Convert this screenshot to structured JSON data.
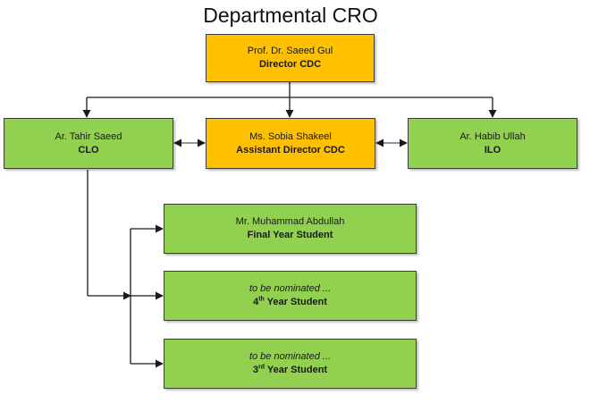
{
  "title": "Departmental CRO",
  "colors": {
    "director_fill": "#ffc000",
    "member_fill": "#92d050",
    "border": "#3c3c3c",
    "connector": "#1a1a1a"
  },
  "nodes": {
    "director": {
      "name": "Prof. Dr. Saeed Gul",
      "role": "Director CDC"
    },
    "clo": {
      "name": "Ar. Tahir Saeed",
      "role": "CLO"
    },
    "assistant_director": {
      "name": "Ms. Sobia Shakeel",
      "role": "Assistant Director CDC"
    },
    "ilo": {
      "name": "Ar. Habib Ullah",
      "role": "ILO"
    },
    "final_year": {
      "name": "Mr. Muhammad Abdullah",
      "role": "Final Year Student"
    },
    "fourth_year": {
      "name": "to be nominated ...",
      "role_number": "4",
      "role_suffix": "th",
      "role_rest": " Year Student"
    },
    "third_year": {
      "name": "to be nominated ...",
      "role_number": "3",
      "role_suffix": "rd",
      "role_rest": " Year Student"
    }
  }
}
